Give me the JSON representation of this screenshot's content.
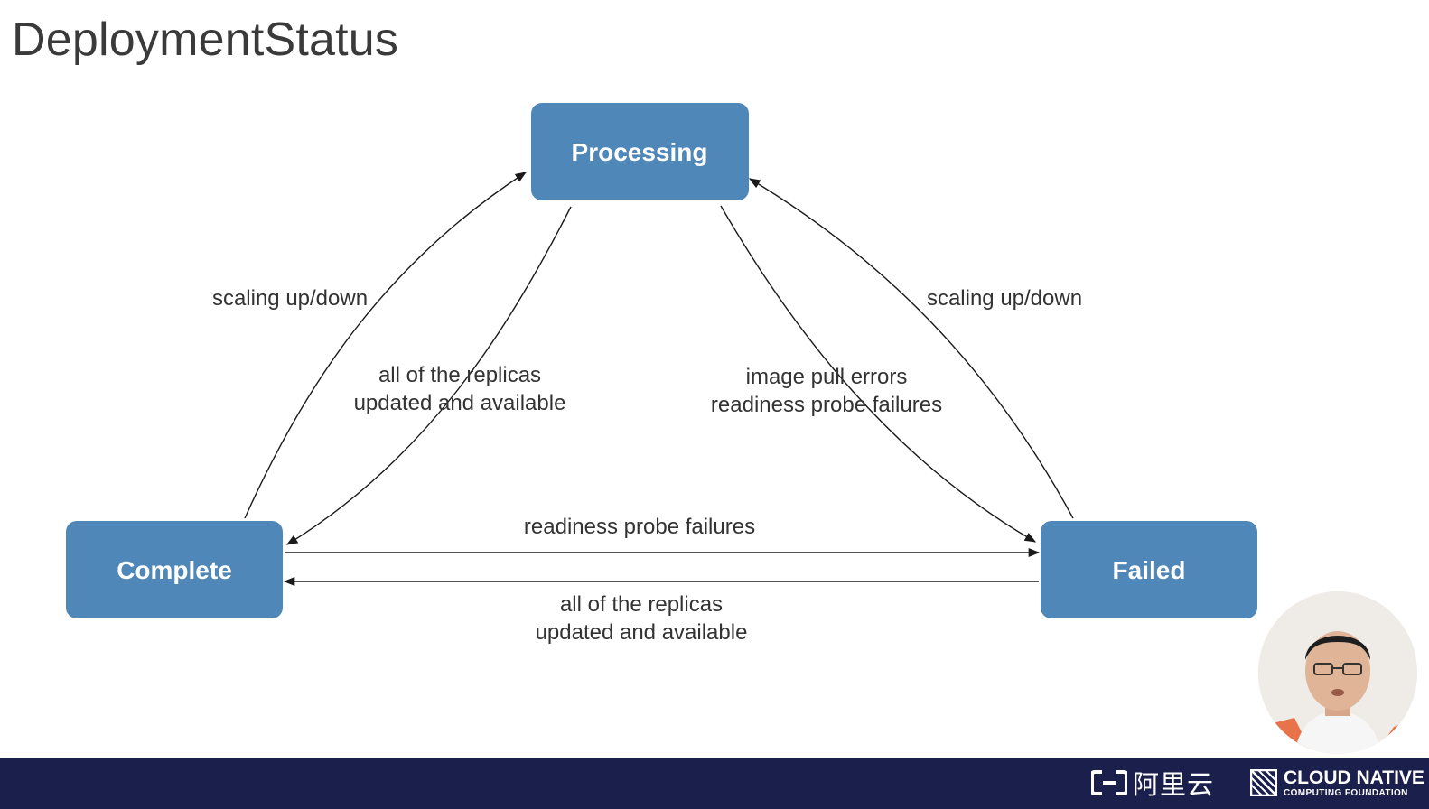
{
  "slide": {
    "title": "DeploymentStatus"
  },
  "nodes": {
    "processing": "Processing",
    "complete": "Complete",
    "failed": "Failed"
  },
  "edges": {
    "complete_to_processing": "scaling up/down",
    "processing_to_complete_line1": "all of the replicas",
    "processing_to_complete_line2": "updated and available",
    "processing_to_failed_line1": "image pull errors",
    "processing_to_failed_line2": "readiness probe failures",
    "failed_to_processing": "scaling up/down",
    "complete_to_failed": "readiness probe failures",
    "failed_to_complete_line1": "all of the replicas",
    "failed_to_complete_line2": "updated and available"
  },
  "footer": {
    "aliyun_label": "阿里云",
    "cncf_line1": "CLOUD NATIVE",
    "cncf_line2": "COMPUTING FOUNDATION"
  },
  "colors": {
    "node_fill": "#4f87b9",
    "footer_bg": "#1b1f4b",
    "title_text": "#3a3a3a"
  },
  "icons": {
    "aliyun_logo": "aliyun-logo",
    "cncf_logo": "cncf-logo",
    "presenter": "presenter-video"
  }
}
